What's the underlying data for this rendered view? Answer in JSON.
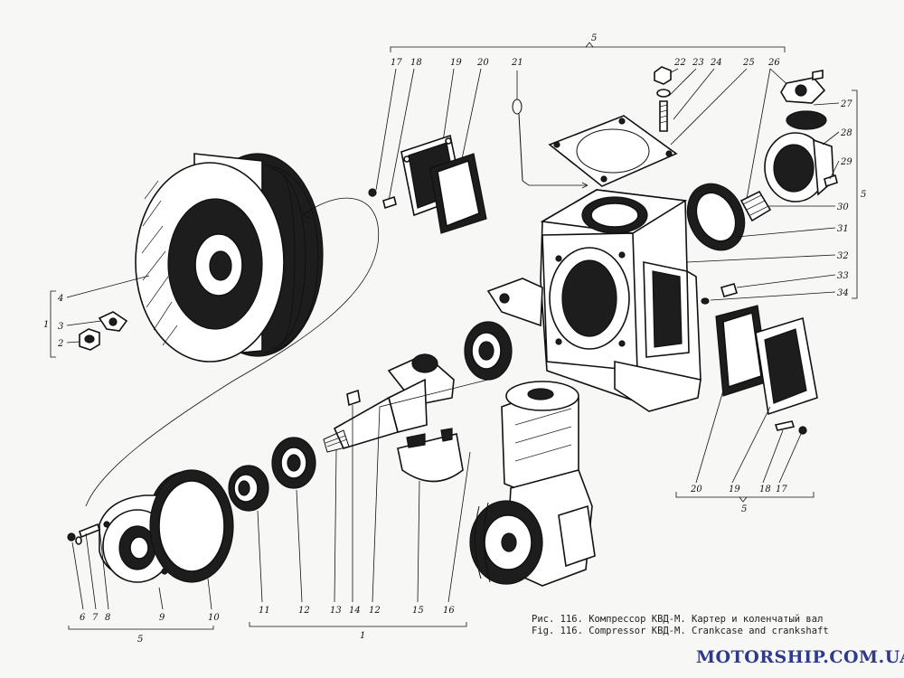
{
  "callouts": {
    "n1": "1",
    "n2": "2",
    "n3": "3",
    "n4": "4",
    "n5": "5",
    "n6": "6",
    "n7": "7",
    "n8": "8",
    "n9": "9",
    "n10": "10",
    "n11": "11",
    "n12": "12",
    "n13": "13",
    "n14": "14",
    "n15": "15",
    "n16": "16",
    "n17": "17",
    "n18": "18",
    "n19": "19",
    "n20": "20",
    "n21": "21",
    "n22": "22",
    "n23": "23",
    "n24": "24",
    "n25": "25",
    "n26": "26",
    "n27": "27",
    "n28": "28",
    "n29": "29",
    "n30": "30",
    "n31": "31",
    "n32": "32",
    "n33": "33",
    "n34": "34"
  },
  "caption": {
    "ru": "Рис. 116. Компрессор КВД-М. Картер и коленчатый вал",
    "en": "Fig. 116. Compressor КВД-М. Crankcase and crankshaft"
  },
  "watermark": "MOTORSHIP.COM.UA"
}
